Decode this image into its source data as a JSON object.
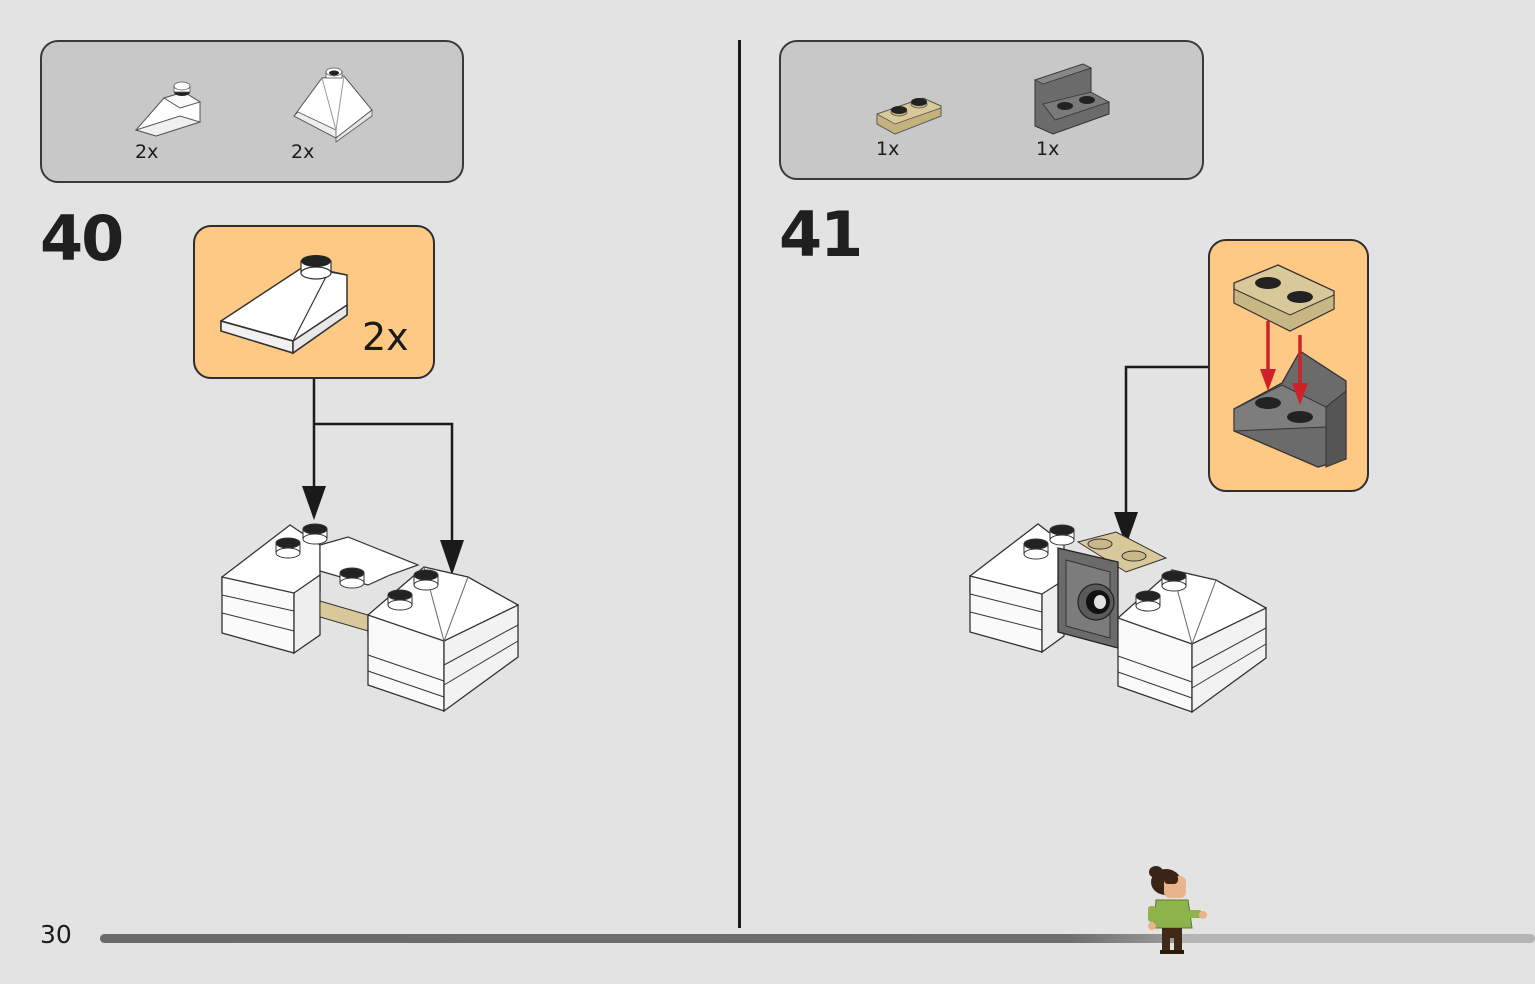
{
  "left_step": {
    "parts": [
      {
        "icon": "white-slope-2x2-brick-icon",
        "quantity": "2x"
      },
      {
        "icon": "white-pyramid-slope-brick-icon",
        "quantity": "2x"
      }
    ],
    "step_number": "40",
    "callout_quantity": "2x"
  },
  "right_step": {
    "parts": [
      {
        "icon": "tan-plate-1x2-icon",
        "quantity": "1x"
      },
      {
        "icon": "dark-gray-bracket-icon",
        "quantity": "1x"
      }
    ],
    "step_number": "41"
  },
  "footer": {
    "page_number": "30",
    "progress": 0.75
  },
  "colors": {
    "background": "#e3e3e3",
    "parts_box": "#c8c8c8",
    "callout": "#fdc985",
    "tan": "#d8c89a",
    "dark_gray": "#6b6b6b",
    "arrow_red": "#d0202a"
  }
}
